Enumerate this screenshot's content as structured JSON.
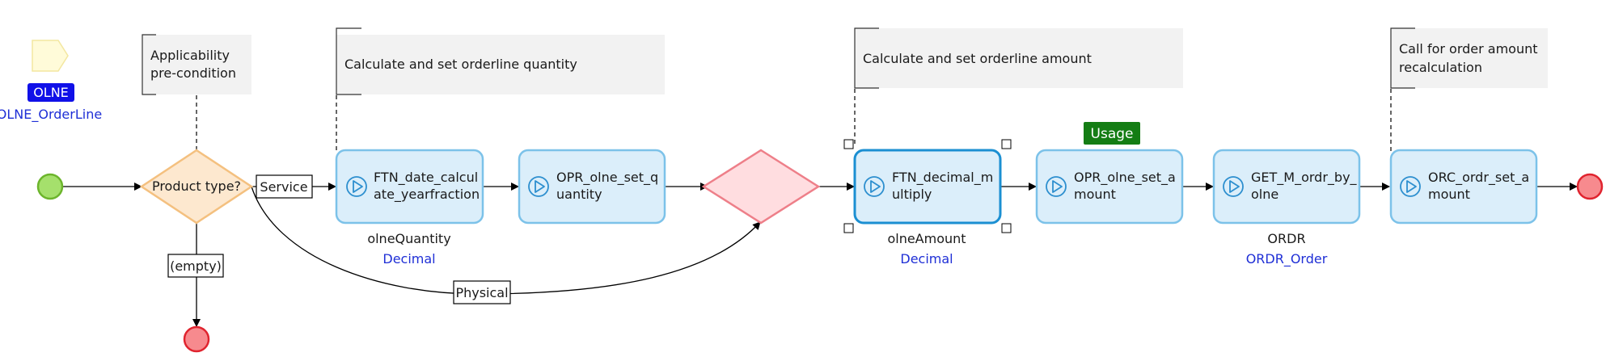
{
  "parameter": {
    "badge": "OLNE",
    "type_name": "OLNE_OrderLine"
  },
  "annotations": [
    {
      "id": "precondition",
      "lines": [
        "Applicability",
        "pre-condition"
      ]
    },
    {
      "id": "quantity",
      "lines": [
        "Calculate and set orderline quantity"
      ]
    },
    {
      "id": "amount",
      "lines": [
        "Calculate and set orderline amount"
      ]
    },
    {
      "id": "recalc",
      "lines": [
        "Call for order amount",
        "recalculation"
      ]
    }
  ],
  "decision": {
    "label": "Product type?"
  },
  "flows": {
    "service": "Service",
    "physical": "Physical",
    "empty": "(empty)"
  },
  "activities": [
    {
      "id": "ftn-date",
      "lines": [
        "FTN_date_calcul",
        "ate_yearfraction"
      ],
      "output_name": "olneQuantity",
      "output_type": "Decimal"
    },
    {
      "id": "opr-qty",
      "lines": [
        "OPR_olne_set_q",
        "uantity"
      ],
      "output_name": "",
      "output_type": ""
    },
    {
      "id": "ftn-multiply",
      "lines": [
        "FTN_decimal_m",
        "ultiply"
      ],
      "output_name": "olneAmount",
      "output_type": "Decimal",
      "selected": true
    },
    {
      "id": "opr-amount",
      "lines": [
        "OPR_olne_set_a",
        "mount"
      ],
      "output_name": "",
      "output_type": "",
      "badge": "Usage"
    },
    {
      "id": "get-ordr",
      "lines": [
        "GET_M_ordr_by_",
        "olne"
      ],
      "output_name": "ORDR",
      "output_type": "ORDR_Order"
    },
    {
      "id": "orc-amount",
      "lines": [
        "ORC_ordr_set_a",
        "mount"
      ],
      "output_name": "",
      "output_type": ""
    }
  ],
  "colors": {
    "activity_fill": "#dbeefa",
    "activity_stroke": "#7cc2e9",
    "selected_stroke": "#1b8fd2",
    "decision_fill": "#fde8cf",
    "decision_stroke": "#f4c07f",
    "merge_fill": "#ffdde0",
    "merge_stroke": "#ee7f89",
    "start_fill": "#a5e06c",
    "start_stroke": "#6cb52c",
    "end_fill": "#f78a8e",
    "end_stroke": "#e0242f",
    "note_fill": "#f2f2f2",
    "param_badge": "#1010e8",
    "usage_badge": "#147d14"
  }
}
